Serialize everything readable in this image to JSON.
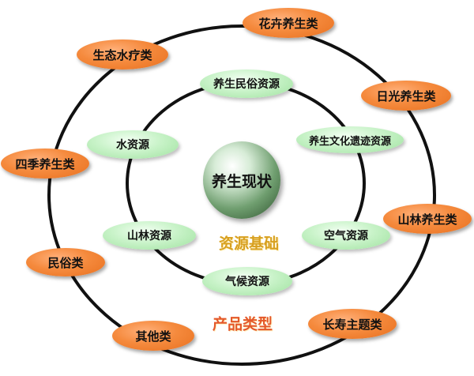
{
  "center": {
    "label": "养生现状"
  },
  "inner_ring": {
    "label": "资源基础",
    "nodes": [
      {
        "label": "养生民俗资源"
      },
      {
        "label": "养生文化遗迹资源"
      },
      {
        "label": "空气资源"
      },
      {
        "label": "气候资源"
      },
      {
        "label": "山林资源"
      },
      {
        "label": "水资源"
      }
    ]
  },
  "outer_ring": {
    "label": "产品类型",
    "nodes": [
      {
        "label": "花卉养生类"
      },
      {
        "label": "日光养生类"
      },
      {
        "label": "山林养生类"
      },
      {
        "label": "长寿主题类"
      },
      {
        "label": "其他类"
      },
      {
        "label": "民俗类"
      },
      {
        "label": "四季养生类"
      },
      {
        "label": "生态水疗类"
      }
    ]
  },
  "colors": {
    "outer_node": "#f58a3d",
    "inner_node": "#b8ecb8",
    "inner_ring_label": "#d8a020",
    "outer_ring_label": "#e4582a",
    "ring_stroke": "#111111"
  }
}
